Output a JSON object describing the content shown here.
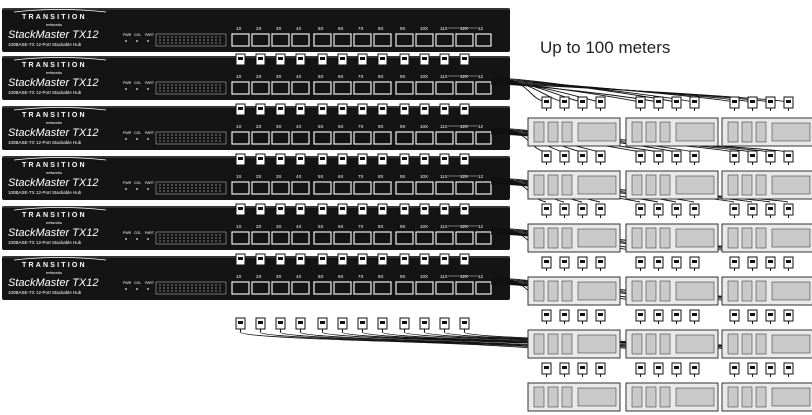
{
  "distance_label": "Up to 100 meters",
  "hub": {
    "brand": "TRANSITION",
    "brand_sub": "networks",
    "model": "StackMaster TX12",
    "description": "100BASE-TX 12-Port Stackable Hub",
    "status_labels": [
      "PWR",
      "COL",
      "PART"
    ],
    "port_labels": [
      "1X",
      "2X",
      "3X",
      "4X",
      "5X",
      "6X",
      "7X",
      "8X",
      "9X",
      "10X",
      "11X",
      "12X"
    ],
    "uplink_label": "12"
  },
  "hub_count": 6,
  "colors": {
    "hub_body": "#141414",
    "hub_text": "#ffffff",
    "cable": "#111111",
    "workstation_fill": "#e9e9e9",
    "workstation_screen": "#c9c9c9"
  },
  "icons": [
    "rj45-connector-icon",
    "workstation-icon",
    "network-cable"
  ]
}
